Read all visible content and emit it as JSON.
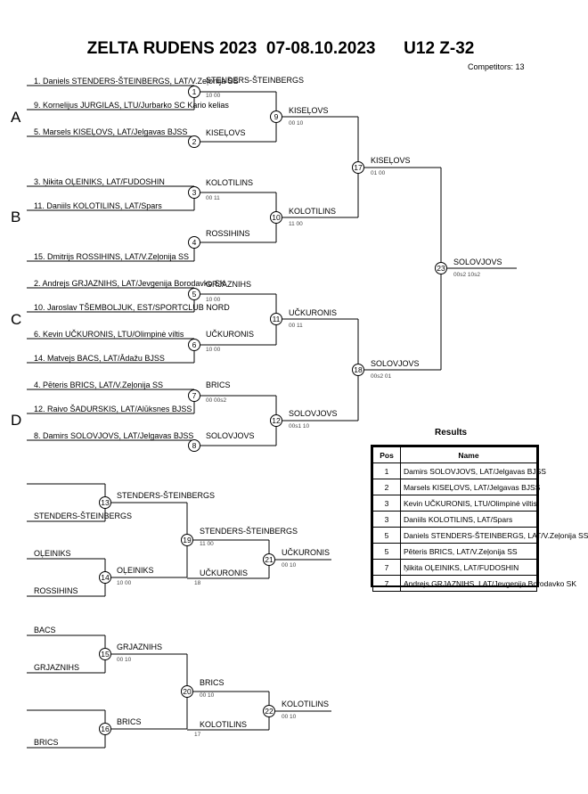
{
  "header": {
    "title": "ZELTA RUDENS 2023  07-08.10.2023      U12 Z-32",
    "competitors": "Competitors: 13"
  },
  "pools": [
    "A",
    "B",
    "C",
    "D"
  ],
  "entries": [
    "1. Daniels STENDERS-ŠTEINBERGS, LAT/V.Zeļonija SS",
    "9. Kornelijus JURGILAS, LTU/Jurbarko SC Kario kelias",
    "5. Marsels KISEĻOVS, LAT/Jelgavas BJSS",
    "3. Ņikita OĻEINIKS, LAT/FUDOSHIN",
    "11. Daniils KOLOTILINS, LAT/Spars",
    "15. Dmitrijs ROSSIHINS, LAT/V.Zeļonija SS",
    "2. Andrejs GRJAZNIHS, LAT/Jevgenija Borodavko SK",
    "10. Jaroslav TŠEMBOLJUK, EST/SPORTCLUB NORD",
    "6. Kevin UČKURONIS, LTU/Olimpinė viltis",
    "14. Matvejs BACS, LAT/Ādažu BJSS",
    "4. Pēteris BRICS, LAT/V.Zeļonija SS",
    "12. Raivo ŠADURSKIS, LAT/Alūksnes BJSS",
    "8. Damirs SOLOVJOVS, LAT/Jelgavas BJSS"
  ],
  "matches": {
    "m1": {
      "num": "1",
      "winner": "STENDERS-ŠTEINBERGS",
      "score": "10  00"
    },
    "m2": {
      "num": "2",
      "winner": "KISEĻOVS",
      "score": ""
    },
    "m3": {
      "num": "3",
      "winner": "KOLOTILINS",
      "score": "00  11"
    },
    "m4": {
      "num": "4",
      "winner": "ROSSIHINS",
      "score": ""
    },
    "m5": {
      "num": "5",
      "winner": "GRJAZNIHS",
      "score": "10  00"
    },
    "m6": {
      "num": "6",
      "winner": "UČKURONIS",
      "score": "10  00"
    },
    "m7": {
      "num": "7",
      "winner": "BRICS",
      "score": "00  00s2"
    },
    "m8": {
      "num": "8",
      "winner": "SOLOVJOVS",
      "score": ""
    },
    "m9": {
      "num": "9",
      "winner": "KISEĻOVS",
      "score": "00  10"
    },
    "m10": {
      "num": "10",
      "winner": "KOLOTILINS",
      "score": "11  00"
    },
    "m11": {
      "num": "11",
      "winner": "UČKURONIS",
      "score": "00  11"
    },
    "m12": {
      "num": "12",
      "winner": "SOLOVJOVS",
      "score": "00s1  10"
    },
    "m17": {
      "num": "17",
      "winner": "KISEĻOVS",
      "score": "01  00"
    },
    "m18": {
      "num": "18",
      "winner": "SOLOVJOVS",
      "score": "00s2  01"
    },
    "m23": {
      "num": "23",
      "winner": "SOLOVJOVS",
      "score": "00s2  10s2"
    }
  },
  "repechage": {
    "r13": {
      "num": "13",
      "top": "",
      "bottom": "STENDERS-ŠTEINBERGS",
      "winner": "STENDERS-ŠTEINBERGS",
      "score": ""
    },
    "r14": {
      "num": "14",
      "top": "OĻEINIKS",
      "bottom": "ROSSIHINS",
      "winner": "OĻEINIKS",
      "score": "10  00"
    },
    "r19": {
      "num": "19",
      "winner": "STENDERS-ŠTEINBERGS",
      "score": "11  00",
      "from": "UČKURONIS",
      "from_no": "18"
    },
    "r21": {
      "num": "21",
      "winner": "UČKURONIS",
      "score": "00  10"
    },
    "r15": {
      "num": "15",
      "top": "BACS",
      "bottom": "GRJAZNIHS",
      "winner": "GRJAZNIHS",
      "score": "00  10"
    },
    "r16": {
      "num": "16",
      "top": "",
      "bottom": "BRICS",
      "winner": "BRICS",
      "score": ""
    },
    "r20": {
      "num": "20",
      "winner": "BRICS",
      "score": "00  10",
      "from": "KOLOTILINS",
      "from_no": "17"
    },
    "r22": {
      "num": "22",
      "winner": "KOLOTILINS",
      "score": "00  10"
    }
  },
  "results": {
    "title": "Results",
    "col_pos": "Pos",
    "col_name": "Name",
    "rows": [
      {
        "pos": "1",
        "name": "Damirs SOLOVJOVS, LAT/Jelgavas BJSS"
      },
      {
        "pos": "2",
        "name": "Marsels KISEĻOVS, LAT/Jelgavas BJSS"
      },
      {
        "pos": "3",
        "name": "Kevin UČKURONIS, LTU/Olimpinė viltis"
      },
      {
        "pos": "3",
        "name": "Daniils KOLOTILINS, LAT/Spars"
      },
      {
        "pos": "5",
        "name": "Daniels STENDERS-ŠTEINBERGS, LAT/V.Zeļonija SS"
      },
      {
        "pos": "5",
        "name": "Pēteris BRICS, LAT/V.Zeļonija SS"
      },
      {
        "pos": "7",
        "name": "Ņikita OĻEINIKS, LAT/FUDOSHIN"
      },
      {
        "pos": "7",
        "name": "Andrejs GRJAZNIHS, LAT/Jevgenija Borodavko SK"
      }
    ]
  }
}
